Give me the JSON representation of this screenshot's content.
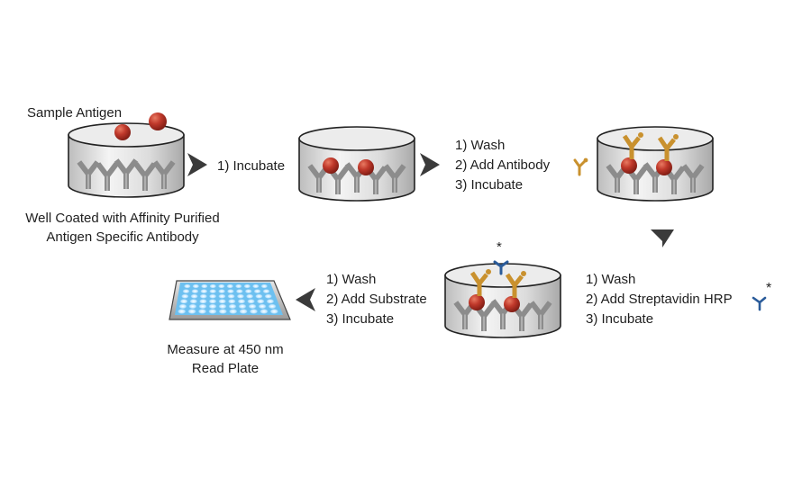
{
  "colors": {
    "antigen": "#c0392b",
    "detection_antibody": "#c9912e",
    "streptavidin_hrp": "#2a5b9a",
    "capture_antibody": "#8c8c8c",
    "plate_wells": "#9fd3f3"
  },
  "labels": {
    "sample_antigen": "Sample Antigen",
    "well_caption_line1": "Well Coated with Affinity Purified",
    "well_caption_line2": "Antigen Specific Antibody",
    "plate_caption_line1": "Measure at 450 nm",
    "plate_caption_line2": "Read Plate"
  },
  "steps": {
    "incubate_1": "1) Incubate",
    "add_antibody": [
      "1) Wash",
      "2) Add Antibody",
      "3) Incubate"
    ],
    "add_strep": [
      "1) Wash",
      "2) Add Streptavidin HRP",
      "3) Incubate"
    ],
    "add_substrate": [
      "1) Wash",
      "2) Add Substrate",
      "3) Incubate"
    ]
  },
  "symbols": {
    "asterisk": "*"
  }
}
